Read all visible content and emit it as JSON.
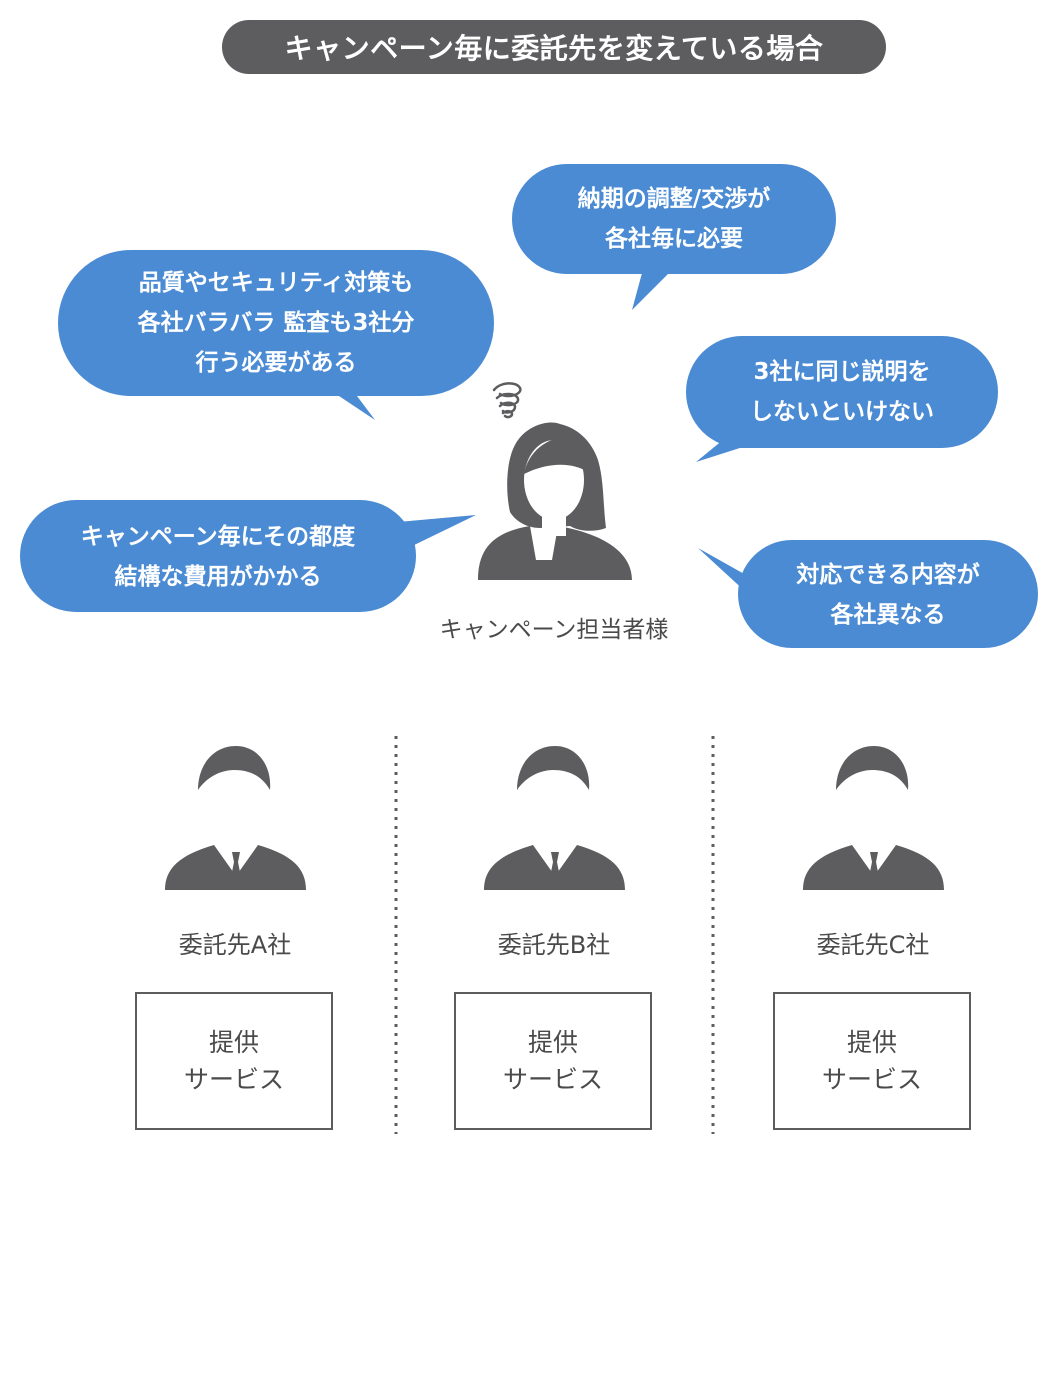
{
  "title": "キャンペーン毎に委託先を変えている場合",
  "bubbles": {
    "quality": {
      "line1": "品質やセキュリティ対策も",
      "line2": "各社バラバラ 監査も3社分",
      "line3": "行う必要がある"
    },
    "delivery": {
      "line1": "納期の調整/交渉が",
      "line2": "各社毎に必要"
    },
    "explain": {
      "line1": "3社に同じ説明を",
      "line2": "しないといけない"
    },
    "cost": {
      "line1": "キャンペーン毎にその都度",
      "line2": "結構な費用がかかる"
    },
    "content": {
      "line1": "対応できる内容が",
      "line2": "各社異なる"
    }
  },
  "manager": {
    "label": "キャンペーン担当者様",
    "icon": "woman-avatar-icon",
    "status_icon": "worried-swirl-icon"
  },
  "vendors": [
    {
      "name": "委託先A社",
      "icon": "businessman-icon",
      "service_line1": "提供",
      "service_line2": "サービス"
    },
    {
      "name": "委託先B社",
      "icon": "businessman-icon",
      "service_line1": "提供",
      "service_line2": "サービス"
    },
    {
      "name": "委託先C社",
      "icon": "businessman-icon",
      "service_line1": "提供",
      "service_line2": "サービス"
    }
  ],
  "colors": {
    "bubble": "#4a8bd4",
    "dark": "#5d5c5f",
    "text": "#4a4a4a"
  }
}
